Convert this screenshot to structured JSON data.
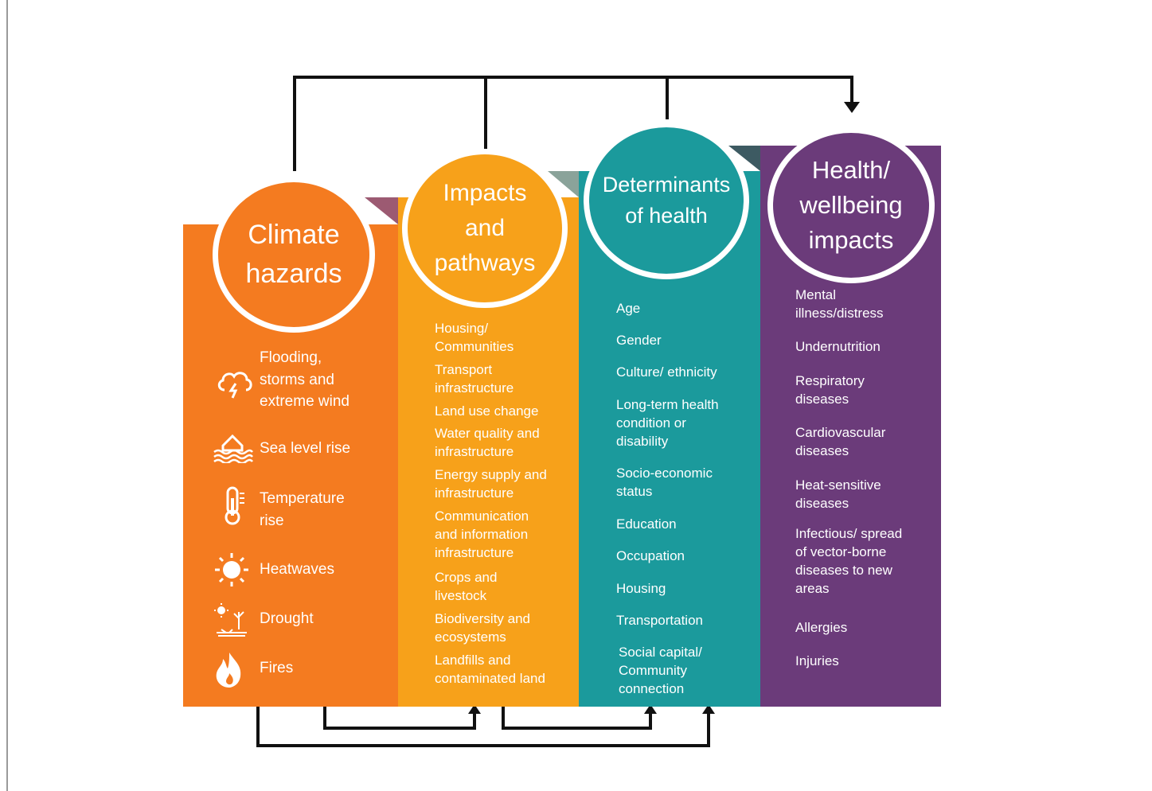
{
  "columns": [
    {
      "title": "Climate\nhazards",
      "color": "#f47b20",
      "items": [
        {
          "label": "Flooding,\nstorms and\nextreme wind",
          "icon": "storm-cloud-icon"
        },
        {
          "label": "Sea level rise",
          "icon": "flooded-house-icon"
        },
        {
          "label": "Temperature\nrise",
          "icon": "thermometer-icon"
        },
        {
          "label": "Heatwaves",
          "icon": "sun-icon"
        },
        {
          "label": "Drought",
          "icon": "drought-icon"
        },
        {
          "label": "Fires",
          "icon": "fire-icon"
        }
      ]
    },
    {
      "title": "Impacts\nand\npathways",
      "color": "#f7a11a",
      "items": [
        "Housing/\nCommunities",
        "Transport\ninfrastructure",
        "Land use change",
        "Water quality and\ninfrastructure",
        "Energy supply and\ninfrastructure",
        "Communication\nand information\ninfrastructure",
        "Crops and\nlivestock",
        "Biodiversity and\necosystems",
        "Landfills and\ncontaminated land"
      ]
    },
    {
      "title": "Determinants\nof health",
      "color": "#1b9a9c",
      "items": [
        "Age",
        "Gender",
        "Culture/ ethnicity",
        "Long-term health\ncondition or\ndisability",
        "Socio-economic\nstatus",
        "Education",
        "Occupation",
        "Housing",
        "Transportation",
        "Social capital/\nCommunity\nconnection"
      ]
    },
    {
      "title": "Health/\nwellbeing\nimpacts",
      "color": "#6b3b7a",
      "items": [
        "Mental\nillness/distress",
        "Undernutrition",
        "Respiratory\ndiseases",
        "Cardiovascular\ndiseases",
        "Heat-sensitive\ndiseases",
        "Infectious/ spread\nof vector-borne\ndiseases to new\nareas",
        "Allergies",
        "Injuries"
      ]
    }
  ]
}
